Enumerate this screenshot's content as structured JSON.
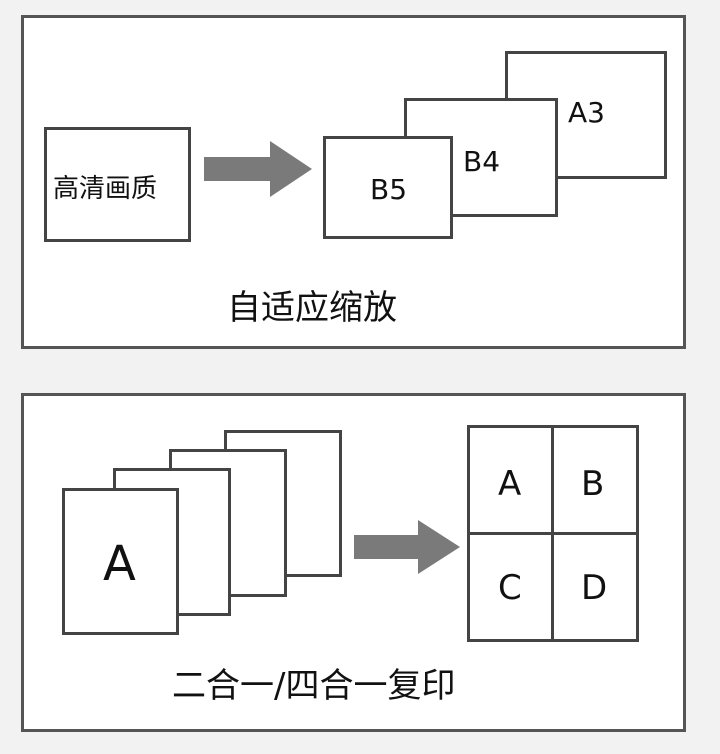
{
  "panel1": {
    "source_label": "高清画质",
    "sizes": [
      "B5",
      "B4",
      "A3"
    ],
    "caption": "自适应缩放"
  },
  "panel2": {
    "pages": [
      "A",
      "B",
      "C",
      "D"
    ],
    "grid": [
      "A",
      "B",
      "C",
      "D"
    ],
    "caption": "二合一/四合一复印"
  },
  "colors": {
    "arrow": "#7a7a7a",
    "border": "#444444"
  }
}
